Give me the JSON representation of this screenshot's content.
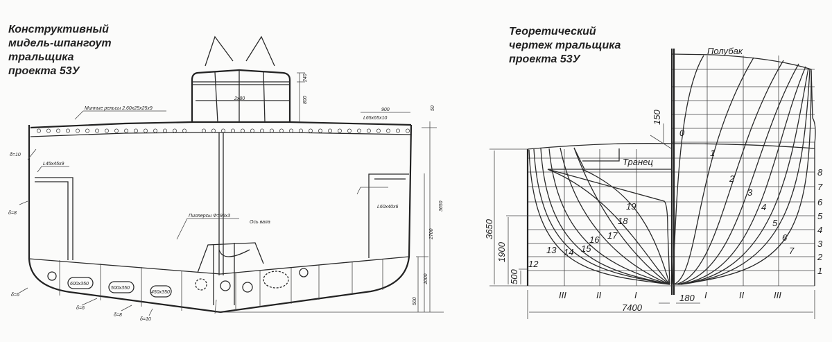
{
  "left_drawing": {
    "title_lines": [
      "Конструктивный",
      "мидель-шпангоут",
      "тральщика",
      "проекта 53У"
    ],
    "labels": {
      "mine_rails": "Минные рельсы 2.60x25x25x9",
      "pillars": "Пиллерсы Ф=95х3",
      "shaft_axis": "Ось вала",
      "plate_deck": "δ=10",
      "angle_1": "L45x45x9",
      "plate_side": "δ=8",
      "plate_bilge": "δ=6",
      "plate_bottom_1": "δ=6",
      "plate_bottom_2": "δ=8",
      "plate_keel": "δ=10",
      "hole_1": "600x350",
      "hole_2": "500x350",
      "hole_3": "450x350",
      "dim_900": "900",
      "angle_2": "L65x65x10",
      "angle_3": "L60x40x6",
      "dim_3650": "3650",
      "dim_2700": "2700",
      "dim_1000": "1000",
      "dim_500": "500",
      "dim_800": "800",
      "dim_240": "240",
      "dim_2x80": "2x80",
      "dim_50": "50"
    }
  },
  "right_drawing": {
    "title_lines": [
      "Теоретический",
      "чертеж тральщика",
      "проекта 53У"
    ],
    "forecastle_label": "Полубак",
    "transom_label": "Транец",
    "bow_stations": [
      "0",
      "1",
      "2",
      "3",
      "4",
      "5",
      "6",
      "7"
    ],
    "stern_stations": [
      "12",
      "13",
      "14",
      "15",
      "16",
      "17",
      "18",
      "19"
    ],
    "waterlines": [
      "1",
      "2",
      "3",
      "4",
      "5",
      "6",
      "7",
      "8"
    ],
    "buttocks_left": [
      "III",
      "II",
      "I"
    ],
    "buttocks_right": [
      "I",
      "II",
      "III"
    ],
    "dimensions": {
      "height": "3650",
      "draft": "1900",
      "low": "500",
      "beam": "7400",
      "keel": "180",
      "sheer": "150"
    }
  }
}
